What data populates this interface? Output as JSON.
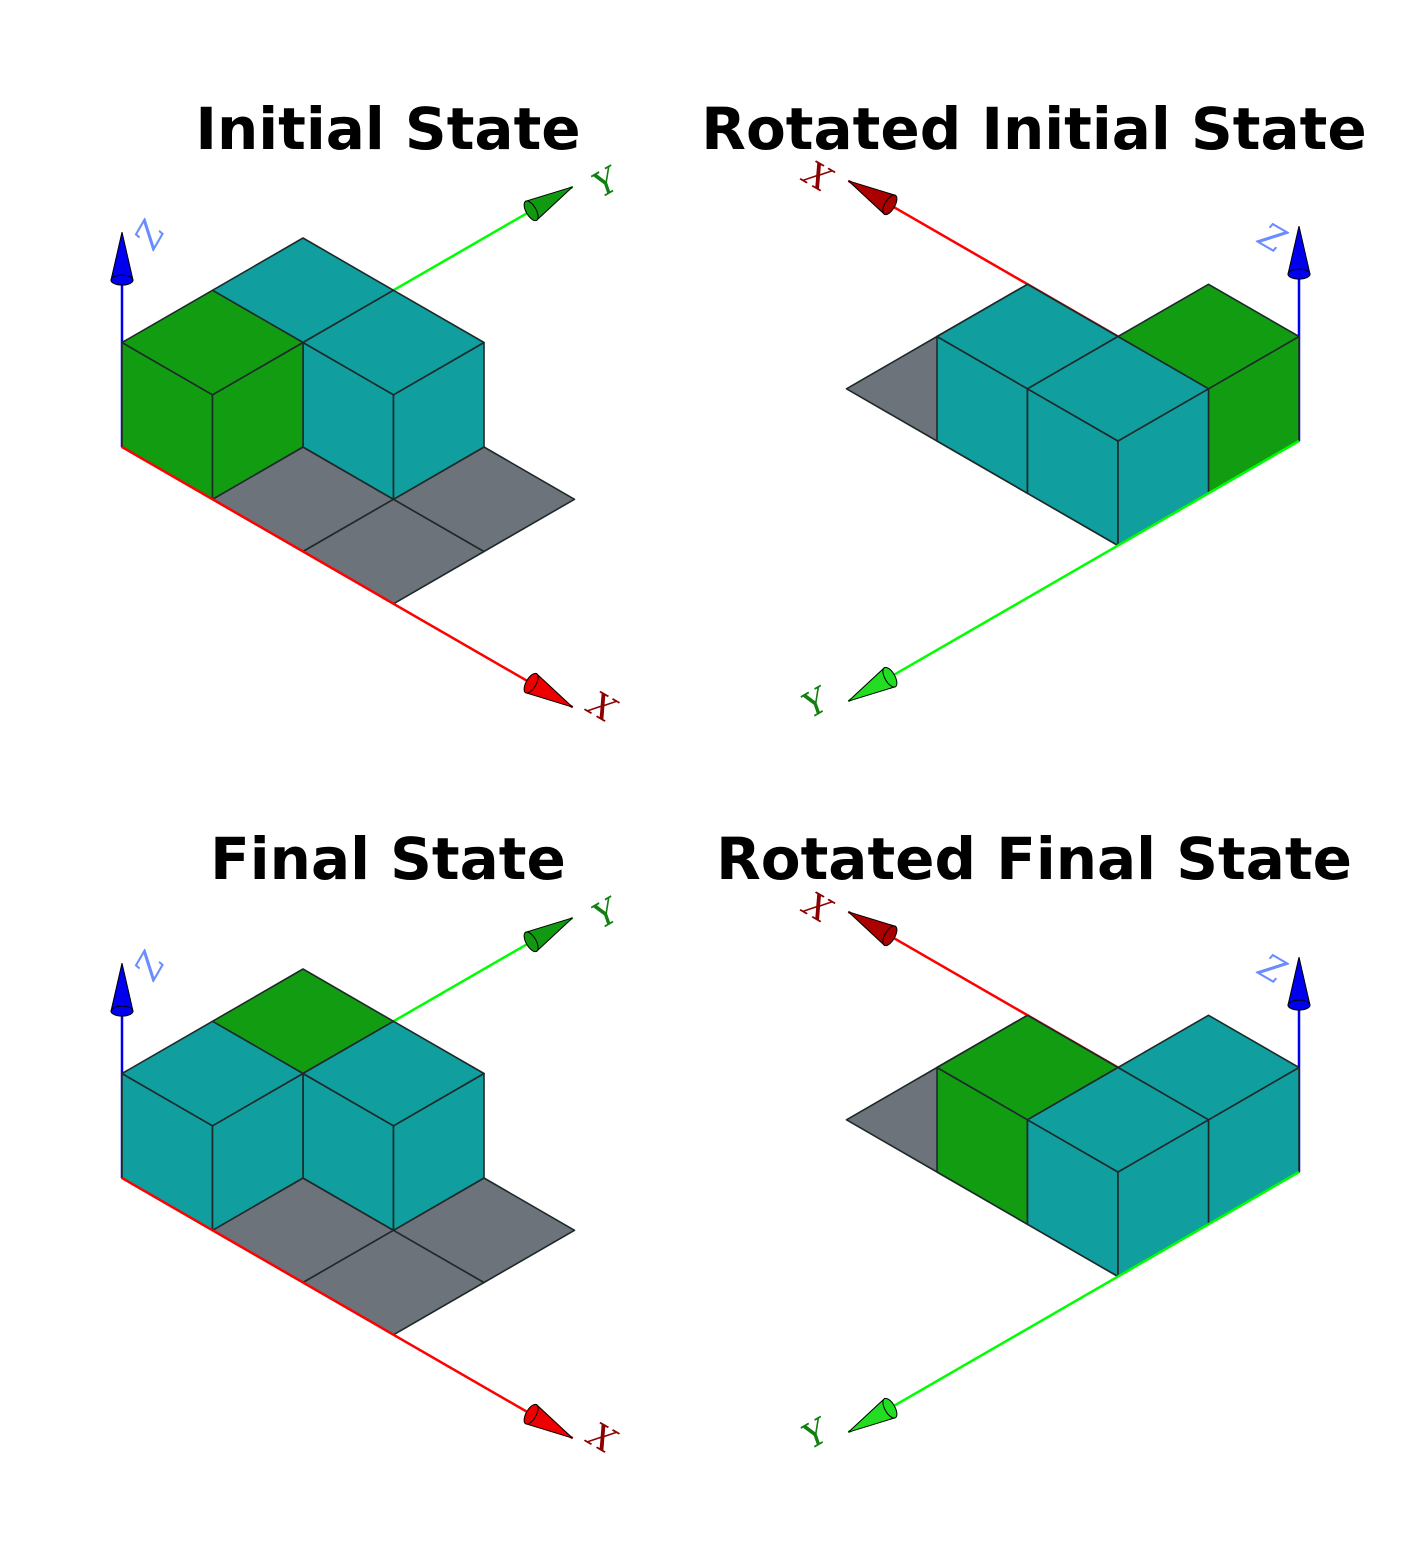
{
  "colors": {
    "green_cube": "#129c12",
    "teal_cube": "#119e9e",
    "floor": "#6c737a",
    "edge": "#1e2a2a",
    "x_axis": "#ff0000",
    "y_axis": "#00ff00",
    "z_axis": "#0000ee",
    "x_label": "#8b0000",
    "y_label": "#108010",
    "z_label": "#6a8cff"
  },
  "axis_labels": {
    "x": "X",
    "y": "Y",
    "z": "Z"
  },
  "panels": [
    {
      "title": "Initial State",
      "view": "standard",
      "cubes": [
        {
          "cell": [
            0,
            0
          ],
          "color": "green"
        },
        {
          "cell": [
            1,
            1
          ],
          "color": "teal"
        },
        {
          "cell": [
            0,
            1
          ],
          "color": "teal"
        }
      ]
    },
    {
      "title": "Rotated Initial State",
      "view": "rotated",
      "cubes": [
        {
          "cell": [
            0,
            0
          ],
          "color": "green"
        },
        {
          "cell": [
            1,
            1
          ],
          "color": "teal"
        },
        {
          "cell": [
            0,
            1
          ],
          "color": "teal"
        }
      ]
    },
    {
      "title": "Final State",
      "view": "standard",
      "cubes": [
        {
          "cell": [
            0,
            0
          ],
          "color": "teal"
        },
        {
          "cell": [
            1,
            1
          ],
          "color": "teal"
        },
        {
          "cell": [
            0,
            1
          ],
          "color": "green"
        }
      ]
    },
    {
      "title": "Rotated Final State",
      "view": "rotated",
      "cubes": [
        {
          "cell": [
            0,
            0
          ],
          "color": "teal"
        },
        {
          "cell": [
            1,
            1
          ],
          "color": "green"
        },
        {
          "cell": [
            0,
            1
          ],
          "color": "teal"
        }
      ]
    }
  ]
}
